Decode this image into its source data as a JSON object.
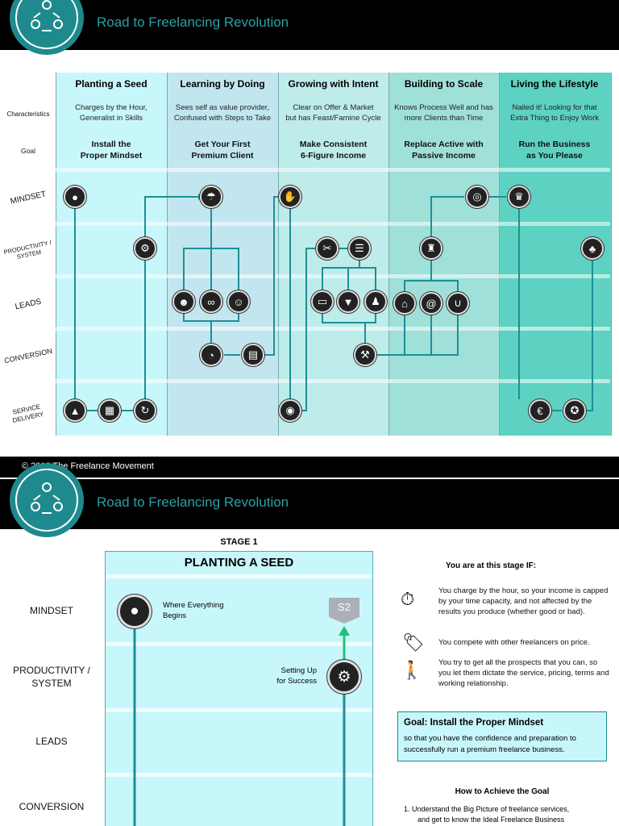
{
  "header": {
    "title": "Road to Freelancing Revolution"
  },
  "footer": {
    "copyright": "© 2018 The Freelance Movement"
  },
  "rows": {
    "characteristics": "Characteristics",
    "goal": "Goal",
    "mindset": "MINDSET",
    "productivity": "PRODUCTIVITY / SYSTEM",
    "leads": "LEADS",
    "conversion": "CONVERSION",
    "service": "SERVICE DELIVERY"
  },
  "stages": [
    {
      "title": "Planting a Seed",
      "char1": "Charges by the Hour,",
      "char2": "Generalist in Skills",
      "goal1": "Install the",
      "goal2": "Proper Mindset",
      "color": "#c8f7fb"
    },
    {
      "title": "Learning by Doing",
      "char1": "Sees self as value provider,",
      "char2": "Confused with Steps to Take",
      "goal1": "Get Your First",
      "goal2": "Premium Client",
      "color": "#c2e6f0"
    },
    {
      "title": "Growing with Intent",
      "char1": "Clear on Offer & Market",
      "char2": "but has Feast/Famine Cycle",
      "goal1": "Make Consistent",
      "goal2": "6-Figure Income",
      "color": "#bdecea"
    },
    {
      "title": "Building to Scale",
      "char1": "Knows Process Well and has",
      "char2": "more Clients than Time",
      "goal1": "Replace Active with",
      "goal2": "Passive Income",
      "color": "#9fe0d8"
    },
    {
      "title": "Living the Lifestyle",
      "char1": "Nailed it! Looking for that",
      "char2": "Extra Thing to Enjoy Work",
      "goal1": "Run the Business",
      "goal2": "as You Please",
      "color": "#5dd2c2"
    }
  ],
  "detail": {
    "stage_label": "STAGE 1",
    "stage_title": "PLANTING A SEED",
    "badge": "S2",
    "seed_label_1": "Where Everything",
    "seed_label_2": "Begins",
    "setup_label_1": "Setting Up",
    "setup_label_2": "for Success",
    "rows": {
      "mindset": "MINDSET",
      "productivity_1": "PRODUCTIVITY /",
      "productivity_2": "SYSTEM",
      "leads": "LEADS",
      "conversion": "CONVERSION"
    },
    "condition_heading": "You are at this stage IF:",
    "conditions": [
      "You charge by the hour, so your income is capped by your time capacity, and not affected by the results you produce (whether good or bad).",
      "You compete with other freelancers on price.",
      "You try to get all the prospects that you can, so you let them dictate the service, pricing, terms and working relationship."
    ],
    "goal_title": "Goal: Install the Proper Mindset",
    "goal_text": "so that you have the confidence and preparation to successfully run a premium freelance business.",
    "how_heading": "How to Achieve the Goal",
    "how_item_1a": "1.   Understand the Big Picture of freelance services,",
    "how_item_1b": "and get to know the Ideal Freelance Business"
  },
  "colors": {
    "teal": "#1f8a8e",
    "arrow": "#1c8f96"
  }
}
